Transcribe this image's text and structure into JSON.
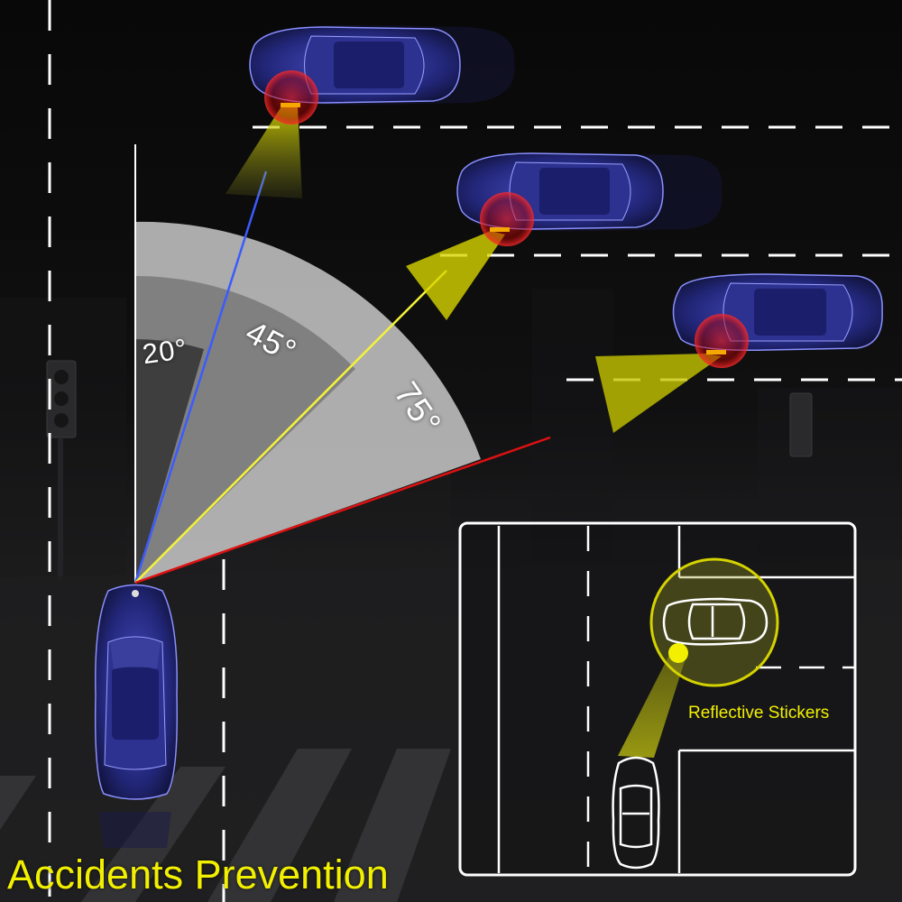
{
  "title": "Accidents Prevention",
  "angles": {
    "inner": "20°",
    "middle": "45°",
    "outer": "75°"
  },
  "inset": {
    "reflective_label": "Reflective Stickers"
  },
  "colors": {
    "title_text": "#f2f000",
    "inner_ray": "#3b5bff",
    "middle_ray": "#f4f23a",
    "outer_ray": "#e01010",
    "car_body": "#2a2f8e"
  },
  "icons": [
    "car-icon",
    "reflective-sticker-icon",
    "traffic-light-icon"
  ]
}
